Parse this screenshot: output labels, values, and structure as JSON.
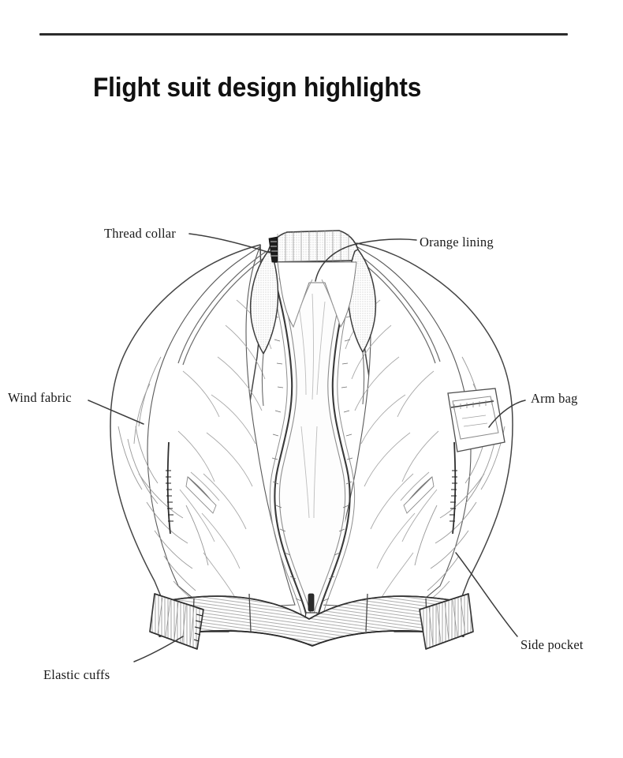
{
  "header": {
    "title": "Flight suit design highlights",
    "rule_color": "#2b2b2b"
  },
  "illustration": {
    "name": "flight-suit-bomber-jacket-line-drawing",
    "description": "Black and white line drawing of an open-front bomber flight jacket, front view, with ribbed collar, ribbed cuffs and ribbed waistband, open center zipper, sleeve zip pocket and welt side pockets.",
    "stroke_color": "#3a3a3a",
    "fill_color": "#ffffff"
  },
  "callouts": [
    {
      "id": "thread-collar",
      "label": "Thread collar",
      "align": "left-of-leader"
    },
    {
      "id": "orange-lining",
      "label": "Orange lining",
      "align": "right-of-leader"
    },
    {
      "id": "wind-fabric",
      "label": "Wind fabric",
      "align": "left-of-leader"
    },
    {
      "id": "arm-bag",
      "label": "Arm bag",
      "align": "right-of-leader"
    },
    {
      "id": "side-pocket",
      "label": "Side pocket",
      "align": "right-of-leader"
    },
    {
      "id": "elastic-cuffs",
      "label": "Elastic cuffs",
      "align": "left-of-leader"
    }
  ]
}
